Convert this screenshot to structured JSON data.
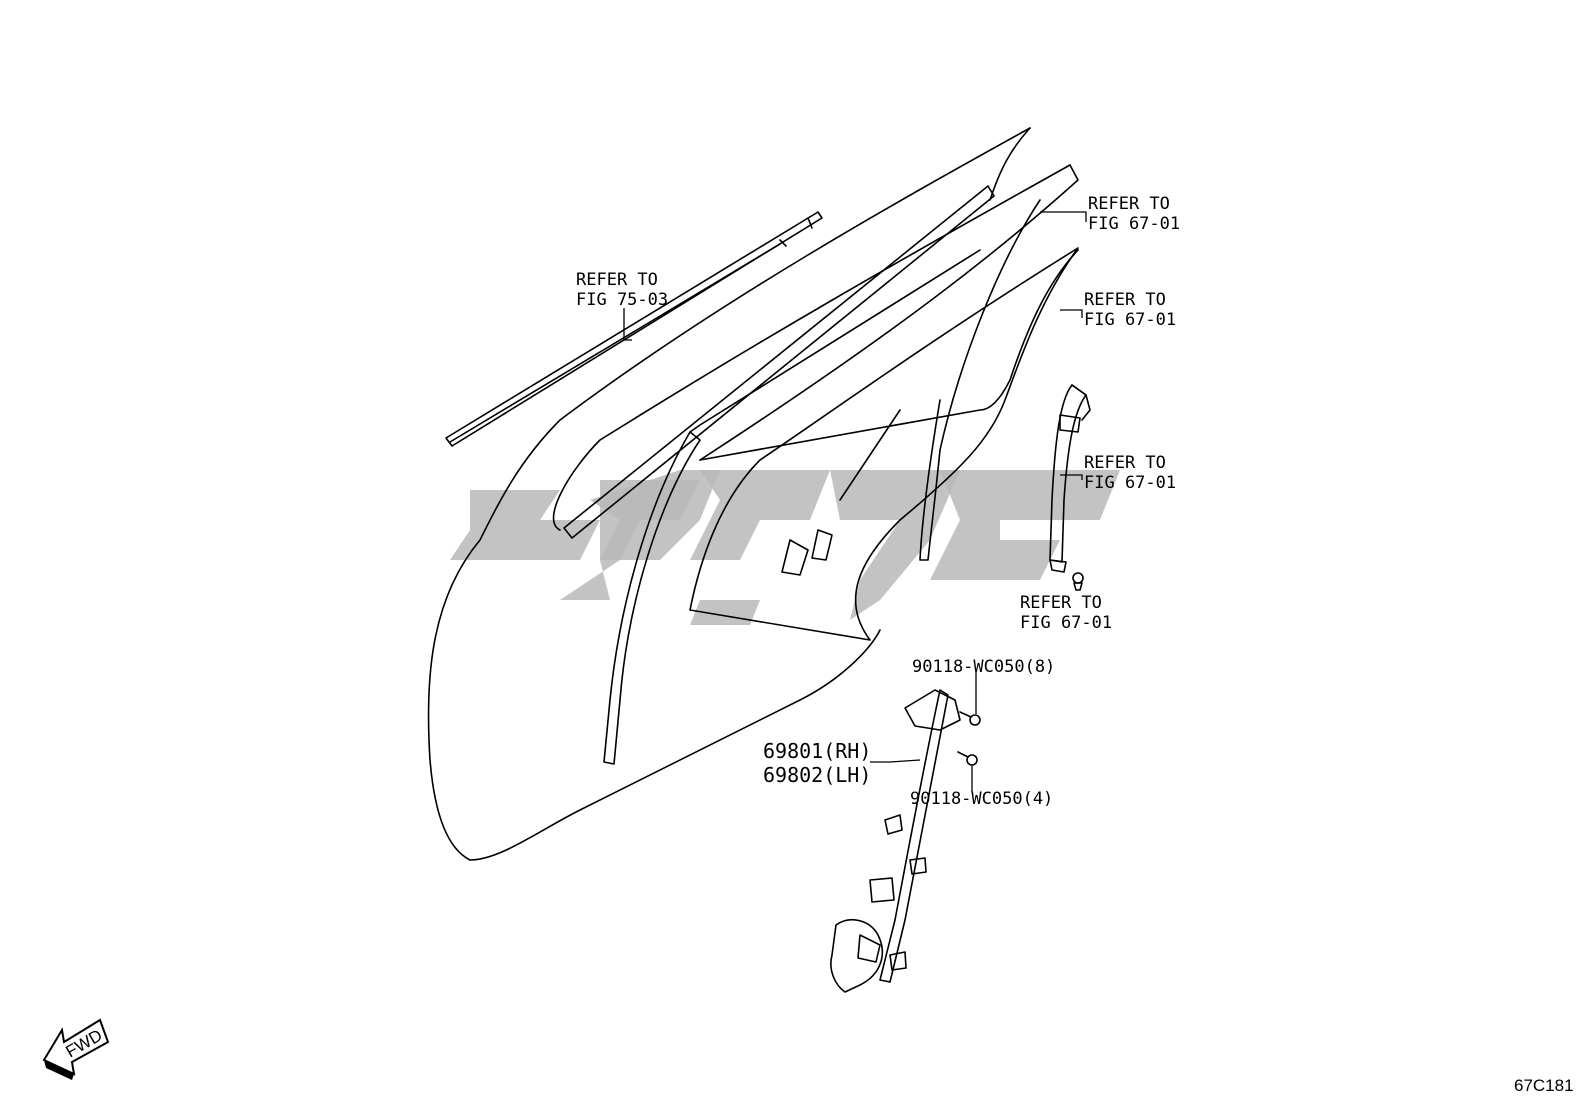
{
  "callouts": {
    "molding": {
      "line1": "REFER TO",
      "line2": "FIG 75-03"
    },
    "frame_top": {
      "line1": "REFER TO",
      "line2": "FIG 67-01"
    },
    "glass": {
      "line1": "REFER TO",
      "line2": "FIG 67-01"
    },
    "run_channel": {
      "line1": "REFER TO",
      "line2": "FIG 67-01"
    },
    "clip": {
      "line1": "REFER TO",
      "line2": "FIG 67-01"
    }
  },
  "parts": {
    "bolt_upper": "90118-WC050(8)",
    "bolt_lower": "90118-WC050(4)",
    "regulator_rh": "69801(RH)",
    "regulator_lh": "69802(LH)"
  },
  "fwd_label": "FWD",
  "figure_code": "67C181",
  "icons": [
    "fwd-arrow-icon",
    "bolt-icon"
  ]
}
